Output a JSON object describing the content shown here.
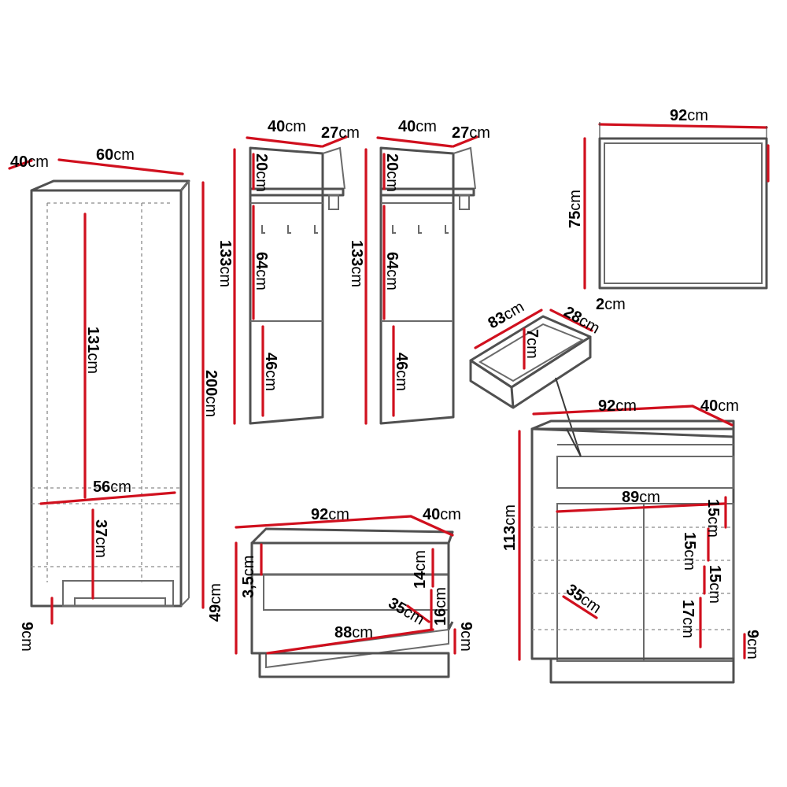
{
  "wardrobe": {
    "depth": "40",
    "width": "60",
    "height": "200",
    "inner_height": "131",
    "inner_width": "56",
    "shelf_height": "37",
    "base_height": "9"
  },
  "hall_panel_left": {
    "top_width": "40",
    "shelf_depth": "27",
    "shelf_height": "20",
    "total_height": "133",
    "hook_section": "64",
    "lower_panel": "46"
  },
  "hall_panel_right": {
    "top_width": "40",
    "shelf_depth": "27",
    "shelf_height": "20",
    "total_height": "133",
    "hook_section": "64",
    "lower_panel": "46"
  },
  "mirror": {
    "width": "92",
    "height": "75",
    "thickness": "2"
  },
  "drawer": {
    "width": "83",
    "depth": "28",
    "height": "7"
  },
  "bench": {
    "width": "92",
    "depth": "40",
    "height": "49",
    "top_thickness": "3,5",
    "drawer_height": "14",
    "lower_height": "16",
    "inner_width": "88",
    "inner_depth": "35",
    "base_height": "9"
  },
  "dresser": {
    "width": "92",
    "depth": "40",
    "height": "113",
    "inner_width": "89",
    "shelf_1": "15",
    "shelf_2": "15",
    "shelf_3": "15",
    "shelf_4": "17",
    "inner_depth": "35",
    "base_height": "9"
  },
  "unit": "cm",
  "colors": {
    "dimension_line": "#d0101e",
    "furniture_outline": "#505050"
  }
}
